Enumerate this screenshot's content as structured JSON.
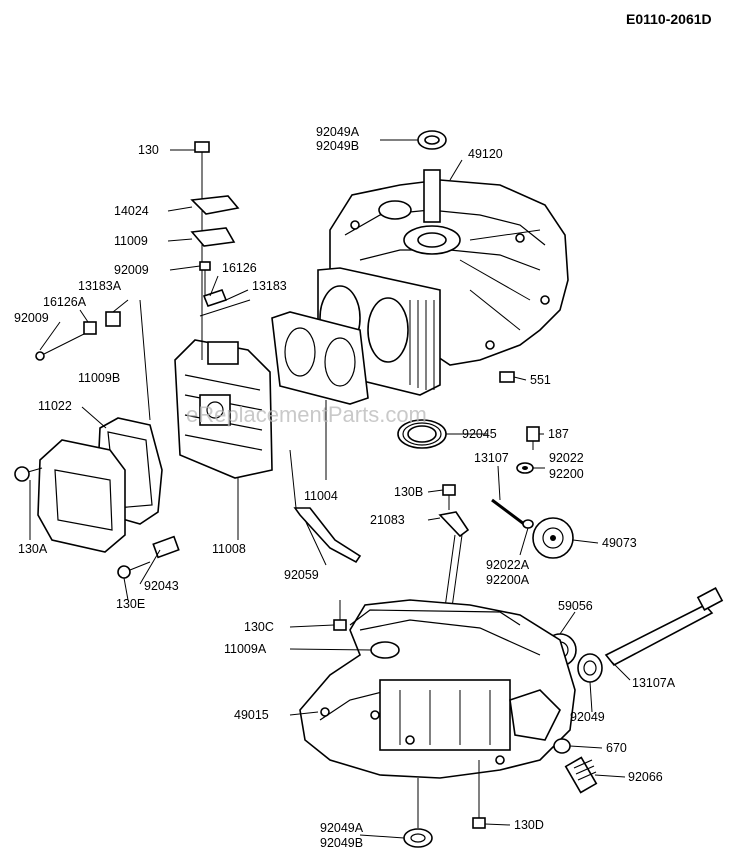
{
  "diagram_id": "E0110-2061D",
  "watermark": "eReplacementParts.com",
  "labels": {
    "l_92049A_top": "92049A",
    "l_92049B_top": "92049B",
    "l_49120": "49120",
    "l_130_top": "130",
    "l_14024": "14024",
    "l_11009": "11009",
    "l_92009_a": "92009",
    "l_16126": "16126",
    "l_13183": "13183",
    "l_13183A": "13183A",
    "l_16126A": "16126A",
    "l_92009_b": "92009",
    "l_11009B": "11009B",
    "l_11022": "11022",
    "l_551": "551",
    "l_92045": "92045",
    "l_187": "187",
    "l_13107": "13107",
    "l_92022": "92022",
    "l_92200": "92200",
    "l_130B": "130B",
    "l_21083": "21083",
    "l_11004": "11004",
    "l_49073": "49073",
    "l_92022A": "92022A",
    "l_92200A": "92200A",
    "l_130A": "130A",
    "l_11008": "11008",
    "l_92059": "92059",
    "l_92043": "92043",
    "l_130E": "130E",
    "l_59056": "59056",
    "l_130C": "130C",
    "l_11009A": "11009A",
    "l_13107A": "13107A",
    "l_49015": "49015",
    "l_92049_low": "92049",
    "l_670": "670",
    "l_92066": "92066",
    "l_92049A_bot": "92049A",
    "l_92049B_bot": "92049B",
    "l_130D": "130D"
  }
}
